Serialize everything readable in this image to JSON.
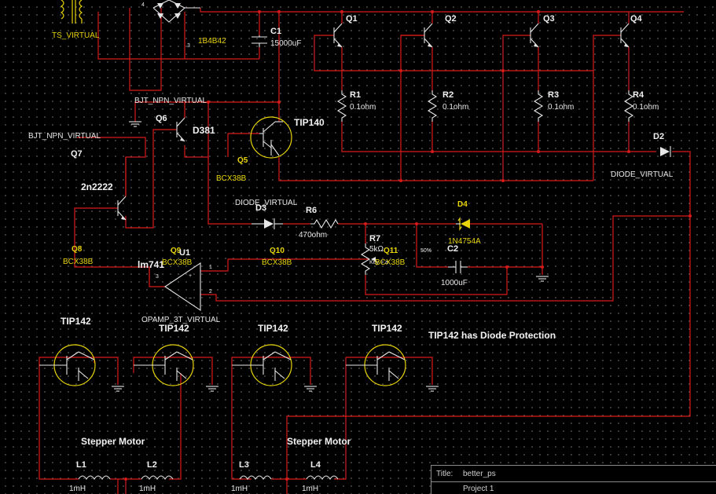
{
  "labels": {
    "transformer": "TS_VIRTUAL",
    "bridge": "1B4B42",
    "bridge_pin4": "4",
    "bridge_pin3": "3",
    "c1_name": "C1",
    "c1_value": "15000uF",
    "q1": "Q1",
    "q2": "Q2",
    "q3": "Q3",
    "q4": "Q4",
    "r1": "R1",
    "r2": "R2",
    "r3": "R3",
    "r4": "R4",
    "r_value": "0.1ohm",
    "bjt_npn_top": "BJT_NPN_VIRTUAL",
    "bjt_npn_left": "BJT_NPN_VIRTUAL",
    "q6": "Q6",
    "d381": "D381",
    "tip140": "TIP140",
    "q5": "Q5",
    "bcx38b_q5": "BCX38B",
    "q7": "Q7",
    "n2n2222": "2n2222",
    "q8": "Q8",
    "bcx38b_q8": "BCX38B",
    "diode_virtual_d3": "DIODE_VIRTUAL",
    "d3": "D3",
    "r6": "R6",
    "r6_value": "470ohm",
    "d4": "D4",
    "d4_part": "1N4754A",
    "r7": "R7",
    "r7_value": "5kΩ",
    "r7_key": "Key = a",
    "q11": "Q11",
    "bcx38b_q11": "BCX38B",
    "pct": "50%",
    "c2": "C2",
    "c2_value": "1000uF",
    "d2": "D2",
    "diode_virtual_d2": "DIODE_VIRTUAL",
    "lm741": "lm741",
    "q9": "Q9",
    "bcx38b_q9": "BCX38B",
    "u1": "U1",
    "q10": "Q10",
    "bcx38b_q10": "BCX38B",
    "opamp": "OPAMP_3T_VIRTUAL",
    "opamp_pin1": "1",
    "opamp_pin2": "2",
    "opamp_pin3": "3",
    "tip142_1": "TIP142",
    "tip142_2": "TIP142",
    "tip142_3": "TIP142",
    "tip142_4": "TIP142",
    "tip142_note": "TIP142 has Diode Protection",
    "stepper1": "Stepper Motor",
    "stepper2": "Stepper Motor",
    "l1": "L1",
    "l2": "L2",
    "l3": "L3",
    "l4": "L4",
    "l_value": "1mH"
  },
  "title_block": {
    "title_caption": "Title:",
    "title_value": "better_ps",
    "project_value": "Project 1"
  },
  "colors": {
    "background": "#000000",
    "wire": "#d81a1a",
    "component": "#e6e6e6",
    "highlight": "#e8d40a"
  }
}
